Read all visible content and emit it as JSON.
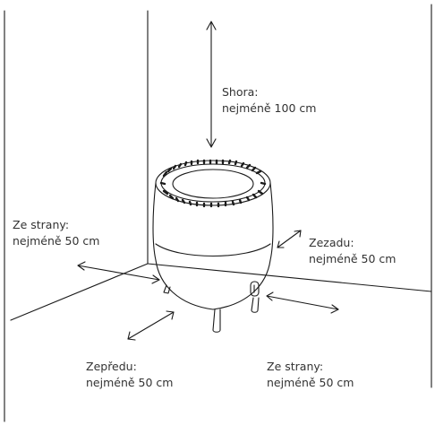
{
  "labels": {
    "top": {
      "title": "Shora:",
      "value": "nejméně 100 cm"
    },
    "side_left": {
      "title": "Ze strany:",
      "value": "nejméně 50 cm"
    },
    "back": {
      "title": "Zezadu:",
      "value": "nejméně 50 cm"
    },
    "front": {
      "title": "Zepředu:",
      "value": "nejméně 50 cm"
    },
    "side_right": {
      "title": "Ze strany:",
      "value": "nejméně 50 cm"
    }
  },
  "colors": {
    "line": "#1a1a1a",
    "text": "#333333",
    "background": "#ffffff"
  }
}
